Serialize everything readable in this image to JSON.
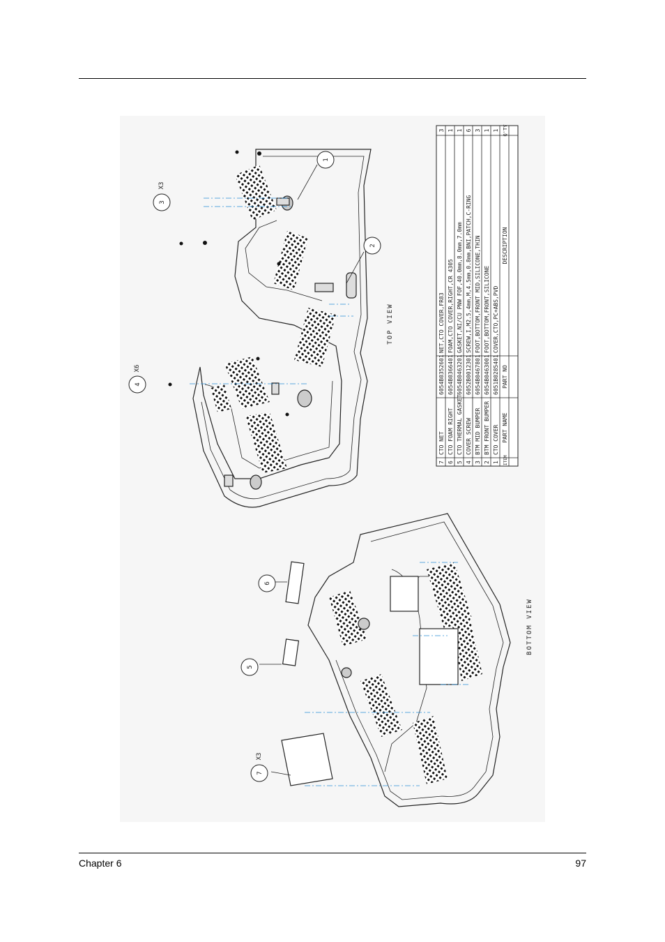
{
  "footer": {
    "chapter": "Chapter 6",
    "page_number": "97"
  },
  "views": {
    "top_view": "TOP VIEW",
    "bottom_view": "BOTTOM VIEW"
  },
  "callouts": [
    {
      "item": "1",
      "qty": ""
    },
    {
      "item": "2",
      "qty": ""
    },
    {
      "item": "3",
      "qty": "X3"
    },
    {
      "item": "4",
      "qty": "X6"
    },
    {
      "item": "5",
      "qty": ""
    },
    {
      "item": "6",
      "qty": ""
    },
    {
      "item": "7",
      "qty": "X3"
    }
  ],
  "parts_table": {
    "headers": {
      "item": "ITEM",
      "part_name": "PART NAME",
      "part_no": "PART NO",
      "description": "DESCRIPTION",
      "qty": "Q'TY"
    },
    "rows": [
      {
        "item": "7",
        "part_name": "CTO NET",
        "part_no": "6054B0352601",
        "description": "NET,CTO COVER,FR83",
        "qty": "3"
      },
      {
        "item": "6",
        "part_name": "CTO FOAM RIGHT",
        "part_no": "6054B0366401",
        "description": "FOAM,CTO COVER,RIGHT,CR 4305",
        "qty": "1"
      },
      {
        "item": "5",
        "part_name": "CTO THERMAL GASKET",
        "part_no": "6054B0463201",
        "description": "GASKET,NI/CU PNW FOF,40.0mm,8.0mm,7.0mm",
        "qty": "1"
      },
      {
        "item": "4",
        "part_name": "COVER SCREW",
        "part_no": "6052B0012301",
        "description": "SCREW,I,M2.5,4mm,M,4.5mm,0.8mm,BNI,PATCH,C-RING",
        "qty": "6"
      },
      {
        "item": "3",
        "part_name": "BTM MID BUMPER",
        "part_no": "6054B0467801",
        "description": "FOOT,BOTTOM,FRONT MID,SILICONE,THIN",
        "qty": "3"
      },
      {
        "item": "2",
        "part_name": "BTM FRONT BUMPER",
        "part_no": "6054B0463001",
        "description": "FOOT,BOTTOM,FRONT,SILICONE",
        "qty": "1"
      },
      {
        "item": "1",
        "part_name": "CTO COVER",
        "part_no": "6051B0285401",
        "description": "COVER,CTO,PC+ABS,PVD",
        "qty": "1"
      }
    ]
  }
}
